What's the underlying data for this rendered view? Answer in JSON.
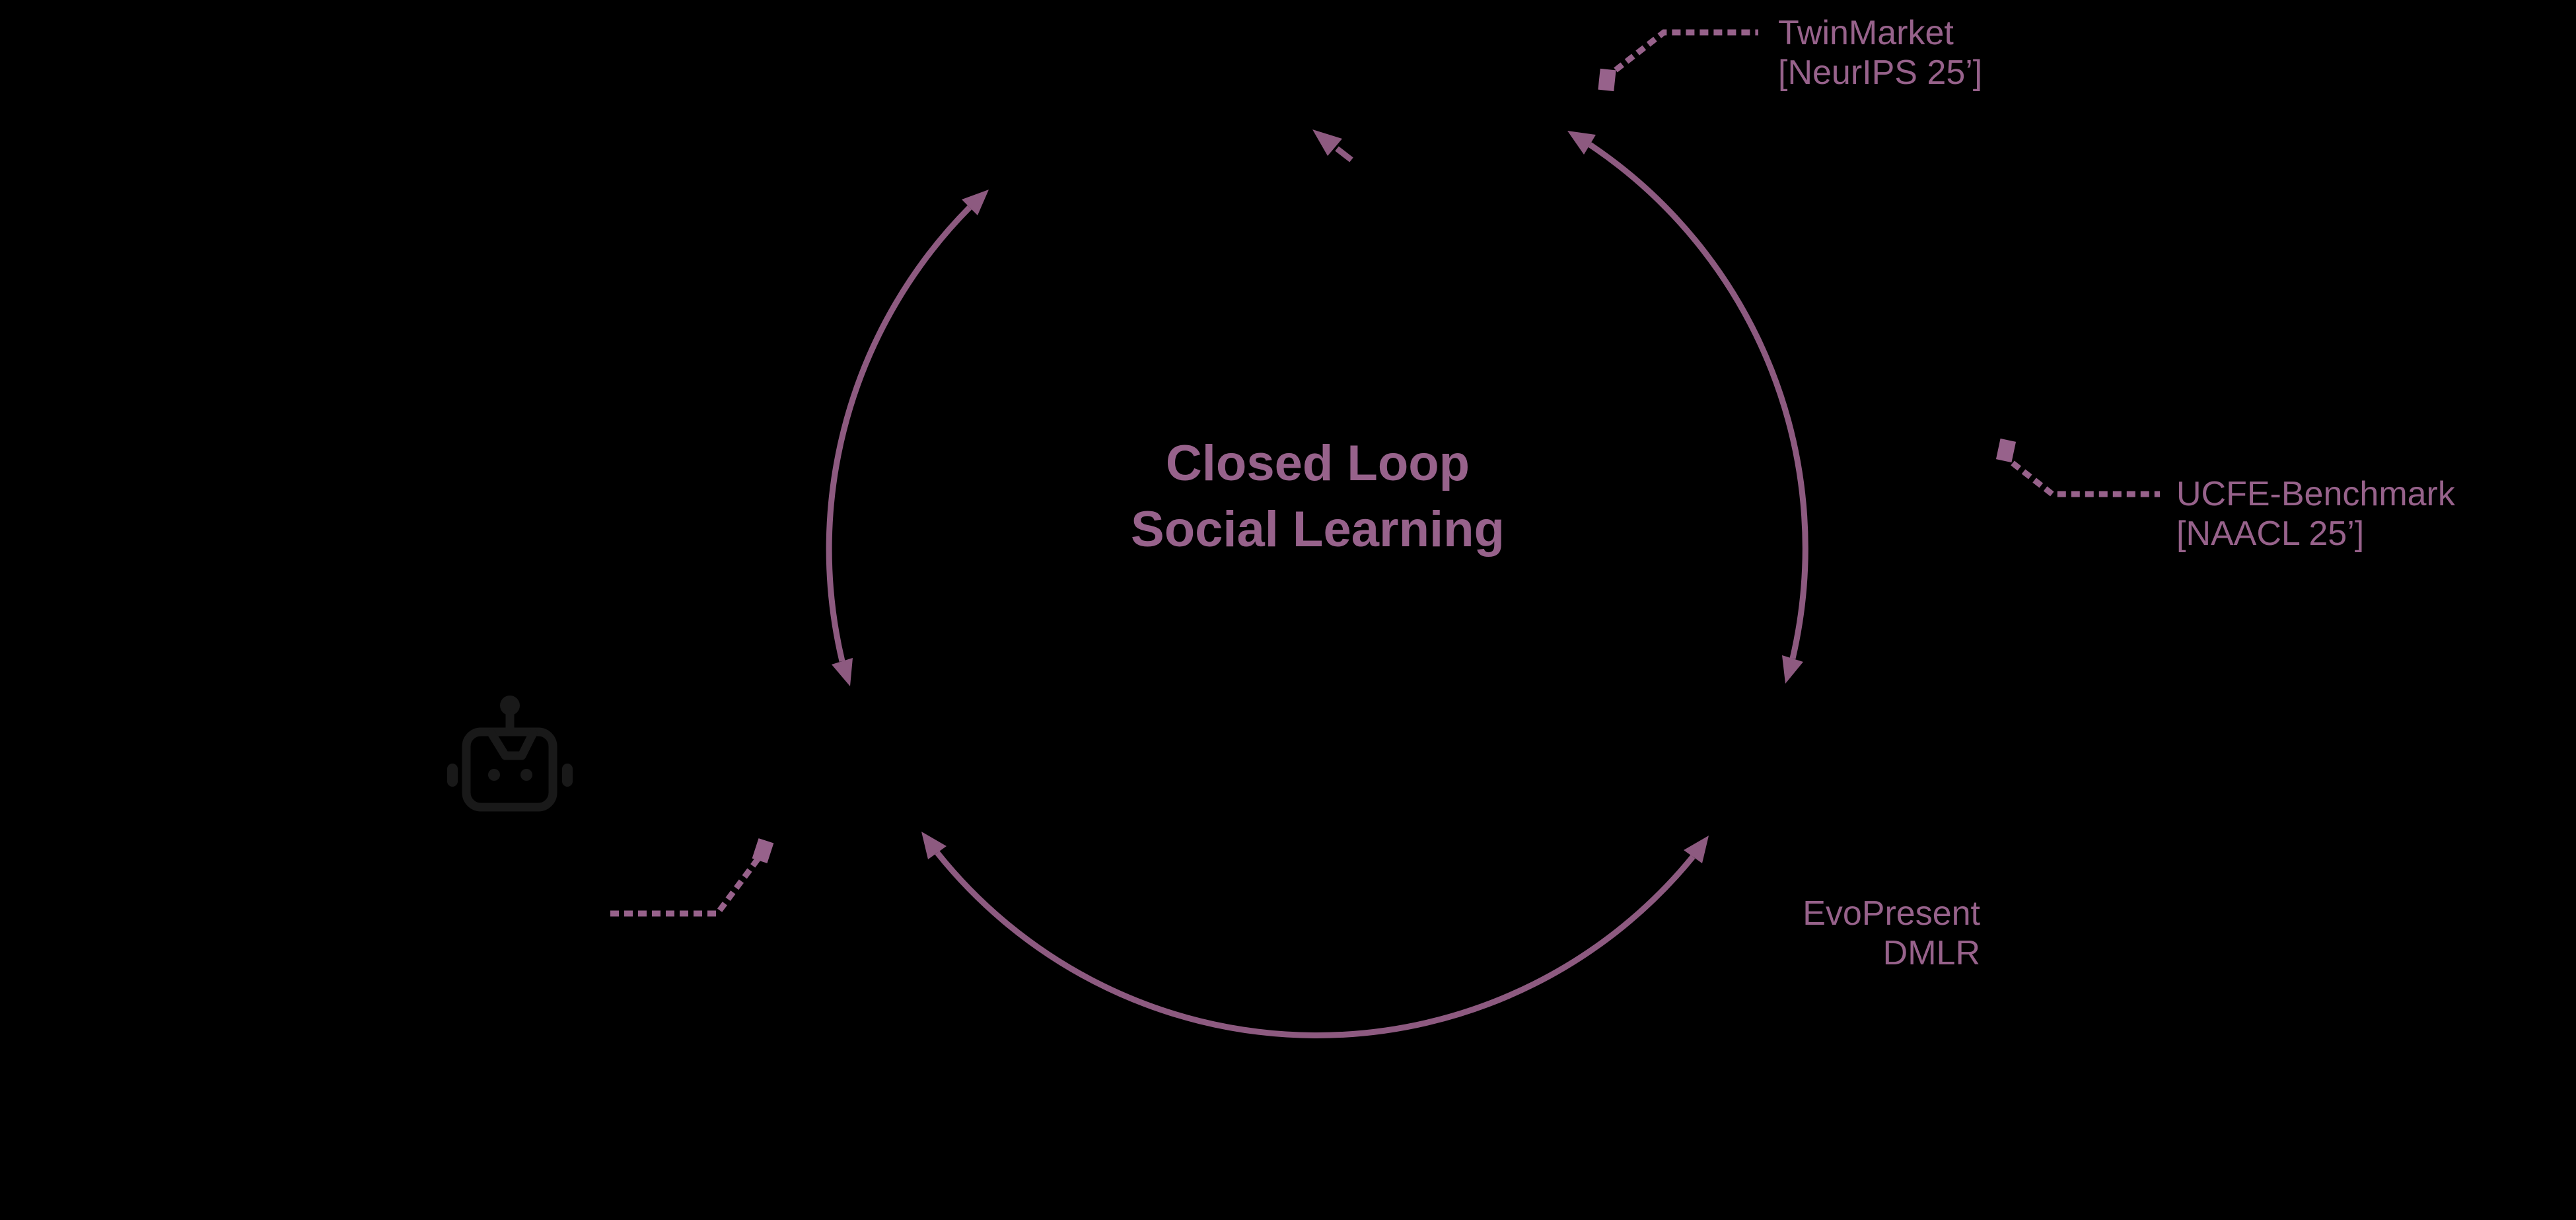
{
  "figure": {
    "title": {
      "line1": "Closed Loop",
      "line2": "Social Learning"
    },
    "annotations": {
      "twinmarket": {
        "line1": "TwinMarket",
        "line2": "[NeurIPS 25’]"
      },
      "ucfe": {
        "line1": "UCFE-Benchmark",
        "line2": "[NAACL 25’]"
      },
      "evopresent": {
        "line1": "EvoPresent",
        "line2": "DMLR"
      }
    },
    "colors": {
      "background": "#000000",
      "accent": "#97628b",
      "arc": "#8d5a80",
      "robot_icon": "#191919"
    },
    "icons": {
      "robot": "robot-icon",
      "marker": "square-marker",
      "cursor": "cursor-arrow-icon"
    }
  }
}
